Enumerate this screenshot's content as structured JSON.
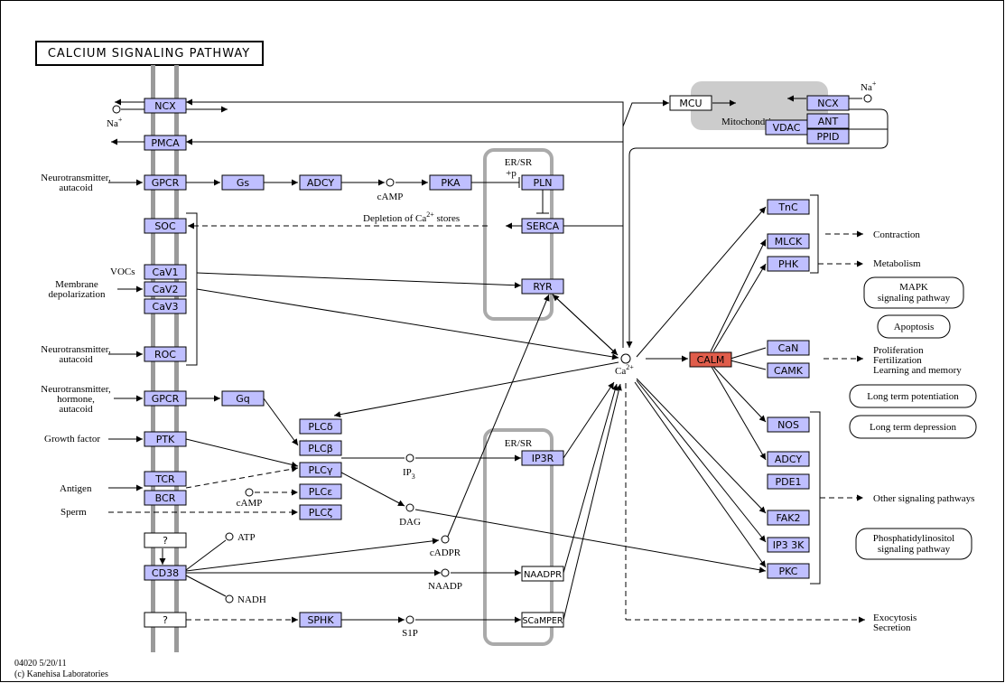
{
  "title": "CALCIUM SIGNALING PATHWAY",
  "footer": {
    "map_id": "04020 5/20/11",
    "copyright": "(c) Kanehisa Laboratories"
  },
  "genes": {
    "ncx_left": "NCX",
    "pmca": "PMCA",
    "gpcr1": "GPCR",
    "gs": "Gs",
    "adcy1": "ADCY",
    "pka": "PKA",
    "pln": "PLN",
    "soc": "SOC",
    "serca": "SERCA",
    "cav1": "CaV1",
    "cav2": "CaV2",
    "cav3": "CaV3",
    "ryr": "RYR",
    "roc": "ROC",
    "gpcr2": "GPCR",
    "gq": "Gq",
    "plcd": "PLCδ",
    "plcb": "PLCβ",
    "ptk": "PTK",
    "plcg": "PLCγ",
    "ip3r": "IP3R",
    "tcr": "TCR",
    "bcr": "BCR",
    "plce": "PLCε",
    "plcz": "PLCζ",
    "q1": "?",
    "cd38": "CD38",
    "naadpr": "NAADPR",
    "q2": "?",
    "sphk": "SPHK",
    "scampr": "SCaMPER",
    "mcu": "MCU",
    "ncx_mito": "NCX",
    "ant": "ANT",
    "vdac": "VDAC",
    "ppid": "PPID",
    "tnc": "TnC",
    "mlck": "MLCK",
    "phk": "PHK",
    "calm": "CALM",
    "can": "CaN",
    "camk": "CAMK",
    "nos": "NOS",
    "adcy2": "ADCY",
    "pde1": "PDE1",
    "fak2": "FAK2",
    "ip33k": "IP3 3K",
    "pkc": "PKC"
  },
  "labels": {
    "na_left": "Na",
    "na_sup": "+",
    "na_right": "Na",
    "na_right_sup": "+",
    "neuro1a": "Neurotransmitter,",
    "neuro1b": "autacoid",
    "camp1": "cAMP",
    "er_sr1a": "ER/SR",
    "plus_p": "+p",
    "depletion": "Depletion of Ca",
    "depletion_sup": "2+",
    "depletion_end": " stores",
    "vocs": "VOCs",
    "membrane_a": "Membrane",
    "membrane_b": "depolarization",
    "neuro2a": "Neurotransmitter,",
    "neuro2b": "autacoid",
    "neuro3a": "Neurotransmitter,",
    "neuro3b": "hormone,",
    "neuro3c": "autacoid",
    "growth": "Growth factor",
    "antigen": "Antigen",
    "sperm": "Sperm",
    "camp2": "cAMP",
    "ip3": "IP",
    "ip3_sub": "3",
    "dag": "DAG",
    "er_sr2": "ER/SR",
    "atp": "ATP",
    "nadh": "NADH",
    "cadpr": "cADPR",
    "naadp": "NAADP",
    "s1p": "S1P",
    "ca": "Ca",
    "ca_sup": "2+",
    "mito": "Mitochondrion",
    "contraction": "Contraction",
    "metabolism": "Metabolism",
    "prolif": "Proliferation",
    "fert": "Fertilization",
    "learn": "Learning and memory",
    "other": "Other signaling pathways",
    "exo": "Exocytosis",
    "secretion": "Secretion"
  },
  "maps": {
    "mapk_a": "MAPK",
    "mapk_b": "signaling pathway",
    "apoptosis": "Apoptosis",
    "ltp": "Long term potentiation",
    "ltd": "Long term depression",
    "pi_a": "Phosphatidylinositol",
    "pi_b": "signaling pathway"
  },
  "colors": {
    "gene": "#bfbfff",
    "highlight": "#e05d4b",
    "membrane": "#9a9a9a",
    "compartment": "#aaaaaa",
    "mito_bg": "#cccccc"
  }
}
